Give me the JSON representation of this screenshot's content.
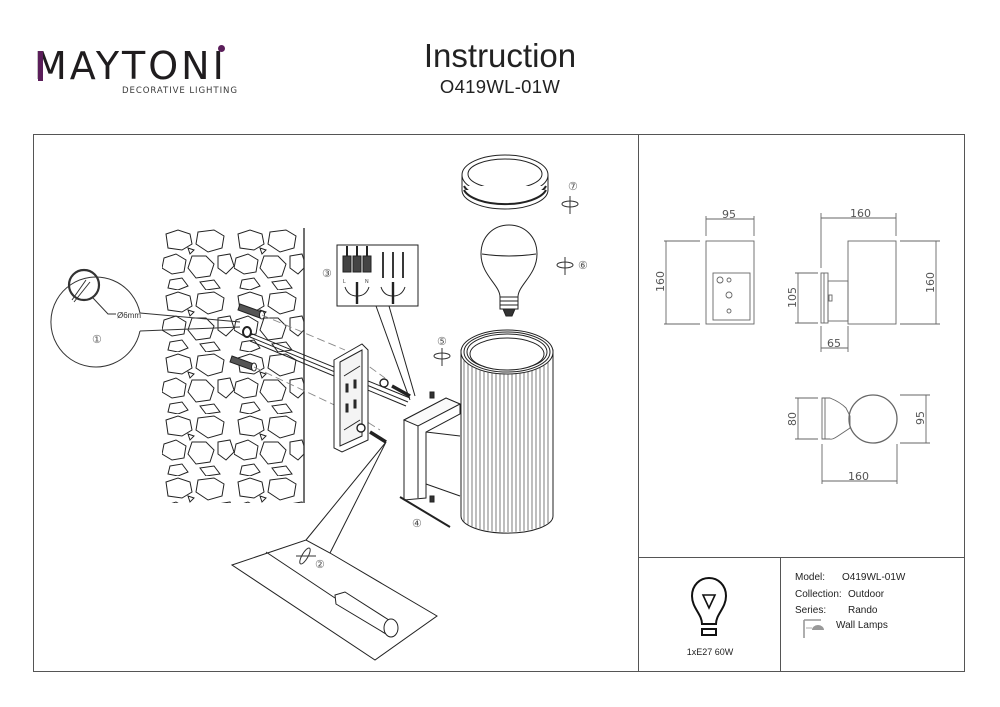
{
  "header": {
    "brand": "MAYTONI",
    "brand_tagline": "DECORATIVE LIGHTING",
    "title": "Instruction",
    "model_code": "O419WL-01W"
  },
  "colors": {
    "brand_accent": "#5b1e5a",
    "line": "#555555",
    "text": "#1f1c1e"
  },
  "assembly": {
    "steps": [
      "①",
      "②",
      "③",
      "④",
      "⑤",
      "⑥",
      "⑦"
    ],
    "drill_size": "Ø6mm",
    "terminal_labels": [
      "L",
      "N"
    ]
  },
  "dimensions": {
    "front_view": {
      "width": "95",
      "height": "160"
    },
    "side_view": {
      "depth": "160",
      "height": "160",
      "base_height": "105",
      "base_depth": "65"
    },
    "top_view": {
      "base_width": "80",
      "diameter": "95",
      "depth": "160"
    }
  },
  "bulb": {
    "icon": "bulb-icon",
    "spec": "1xE27 60W"
  },
  "specs": {
    "rows": [
      {
        "label": "Model:",
        "value": "O419WL-01W"
      },
      {
        "label": "Collection:",
        "value": "Outdoor"
      },
      {
        "label": "Series:",
        "value": "Rando"
      }
    ],
    "type_icon": "wall-lamp-icon",
    "type": "Wall Lamps"
  }
}
